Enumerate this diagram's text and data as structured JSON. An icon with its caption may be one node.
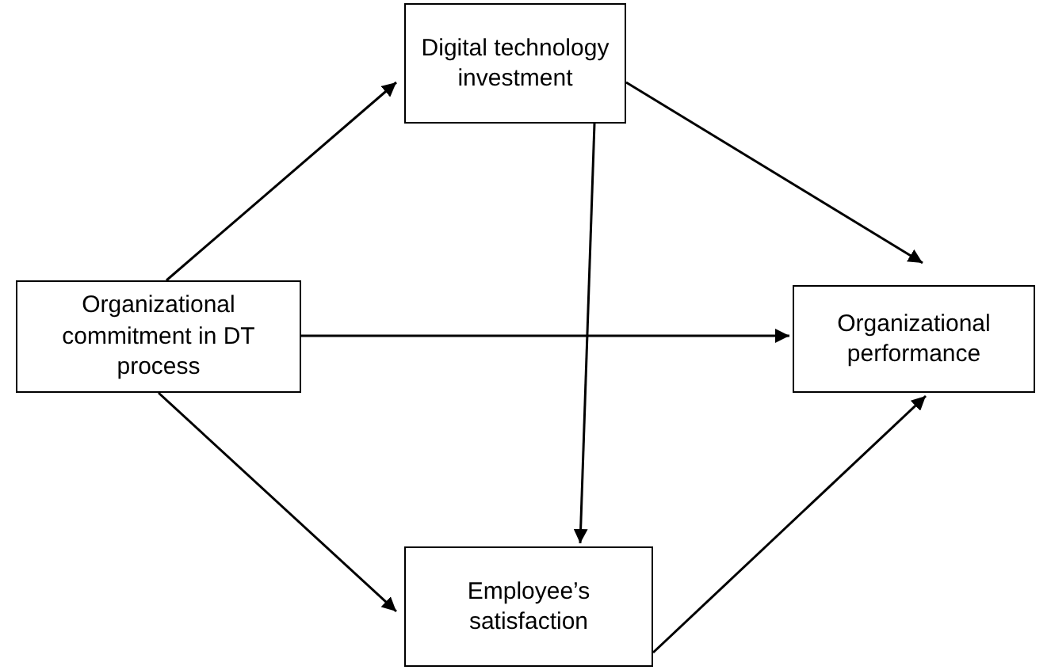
{
  "diagram": {
    "nodes": [
      {
        "text": [
          "Organizational commitment in DT process"
        ]
      },
      {
        "text": [
          "Digital technology investment"
        ]
      },
      {
        "text": [
          "Organizational performance"
        ]
      },
      {
        "text": [
          "Employee’s satisfaction"
        ]
      }
    ],
    "edges": [
      {
        "from": 0,
        "to": 1,
        "arrow": "to"
      },
      {
        "from": 0,
        "to": 2,
        "arrow": "to"
      },
      {
        "from": 0,
        "to": 3,
        "arrow": "to"
      },
      {
        "from": 1,
        "to": 2,
        "arrow": "to"
      },
      {
        "from": 1,
        "to": 3,
        "arrow": "to"
      },
      {
        "from": 3,
        "to": 2,
        "arrow": "to"
      }
    ]
  }
}
